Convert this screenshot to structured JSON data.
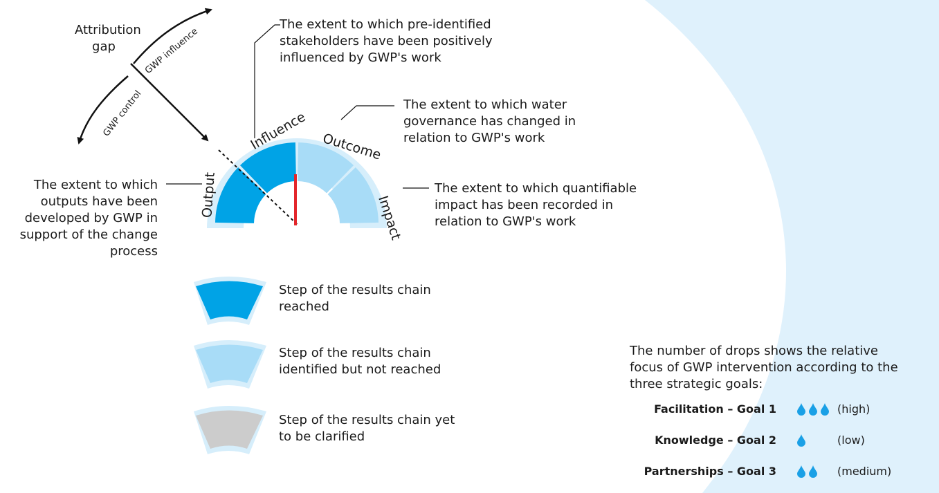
{
  "colors": {
    "reached": "#00a3e6",
    "not_reached": "#a8dcf7",
    "unclarified": "#cccccc",
    "gauge_rim": "#d6eefb",
    "background_panel": "#dff1fc",
    "pointer": "#e3262b",
    "drop": "#1aa0e6"
  },
  "gauge": {
    "segments": [
      {
        "label": "Output",
        "state": "reached"
      },
      {
        "label": "Influence",
        "state": "reached"
      },
      {
        "label": "Outcome",
        "state": "not_reached"
      },
      {
        "label": "Impact",
        "state": "not_reached"
      }
    ]
  },
  "attribution": {
    "title_line1": "Attribution",
    "title_line2": "gap",
    "influence_label": "GWP influence",
    "control_label": "GWP control"
  },
  "descriptions": {
    "influence": [
      "The extent to which pre-identified",
      "stakeholders have been positively",
      "influenced by GWP's work"
    ],
    "outcome": [
      "The extent to which water",
      "governance has changed in",
      "relation to GWP's work"
    ],
    "impact": [
      "The extent to which quantifiable",
      "impact has been recorded in",
      "relation to GWP's work"
    ],
    "output": [
      "The extent to which",
      "outputs have been",
      "developed by GWP in",
      "support of the change",
      "process"
    ]
  },
  "legend": [
    {
      "state": "reached",
      "lines": [
        "Step of the results chain",
        "reached"
      ]
    },
    {
      "state": "not_reached",
      "lines": [
        "Step of the results chain",
        "identified but not reached"
      ]
    },
    {
      "state": "unclarified",
      "lines": [
        "Step of the results chain yet",
        "to be clarified"
      ]
    }
  ],
  "drops_note": [
    "The number of drops shows the relative",
    "focus of GWP intervention according to the",
    "three strategic goals:"
  ],
  "goals": [
    {
      "name": "Facilitation – Goal 1",
      "drops": 3,
      "level": "(high)"
    },
    {
      "name": "Knowledge – Goal 2",
      "drops": 1,
      "level": "(low)"
    },
    {
      "name": "Partnerships – Goal 3",
      "drops": 2,
      "level": "(medium)"
    }
  ]
}
